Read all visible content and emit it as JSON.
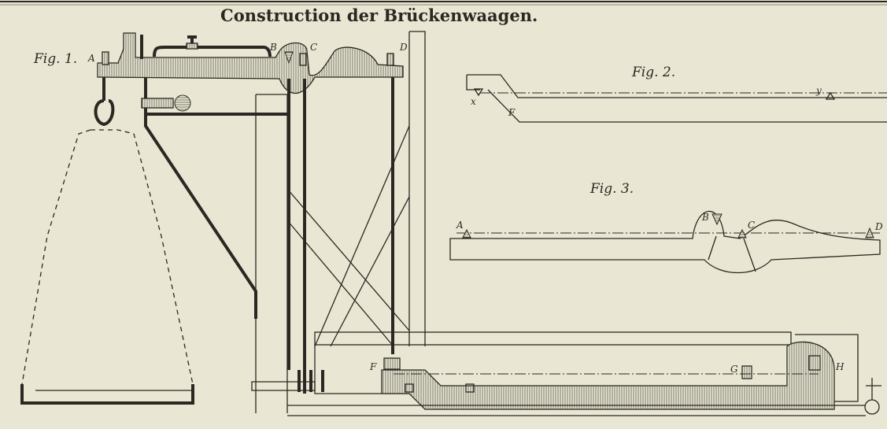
{
  "title": "Construction der Brückenwaagen.",
  "figures": {
    "fig1": {
      "label": "Fig. 1.",
      "points": [
        "A",
        "B",
        "C",
        "D",
        "F",
        "G",
        "H"
      ]
    },
    "fig2": {
      "label": "Fig. 2.",
      "points": [
        "x",
        "F",
        "y"
      ]
    },
    "fig3": {
      "label": "Fig. 3.",
      "points": [
        "A",
        "B",
        "C",
        "D"
      ]
    }
  },
  "colors": {
    "paper": "#e9e7d3",
    "ink": "#2b2722"
  }
}
